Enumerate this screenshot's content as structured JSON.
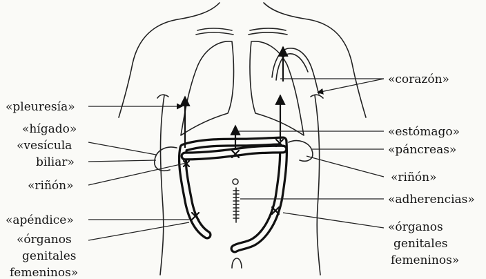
{
  "labels": {
    "left": {
      "pleuresia": "«pleuresía»",
      "higado": "«hígado»",
      "vesicula_1": "«vesícula",
      "vesicula_2": "biliar»",
      "rinon": "«riñón»",
      "apendice": "«apéndice»",
      "organos_1": "«órganos",
      "organos_2": "genitales",
      "organos_3": "femeninos»"
    },
    "right": {
      "corazon": "«corazón»",
      "estomago": "«estómago»",
      "pancreas": "«páncreas»",
      "rinon": "«riñón»",
      "adherencias": "«adherencias»",
      "organos_1": "«órganos",
      "organos_2": "genitales",
      "organos_3": "femeninos»"
    }
  }
}
